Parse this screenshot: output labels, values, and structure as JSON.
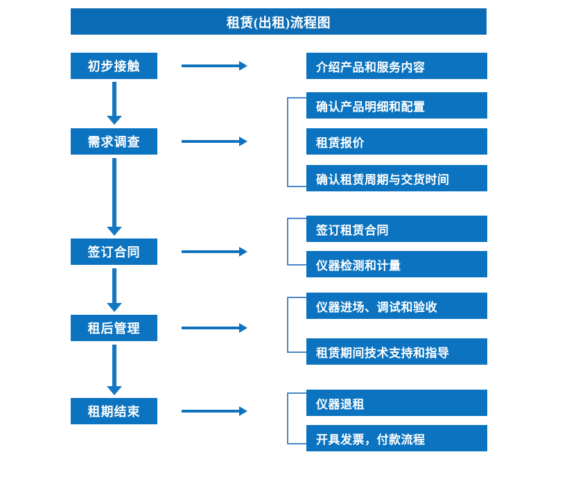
{
  "page": {
    "title": "租赁(出租)流程图",
    "accent_color": "#0b73bf",
    "title_bar_color": "#0b6cb5",
    "arrow_color": "#0e72bd",
    "bracket_color": "#4a86c5",
    "text_color": "#ffffff",
    "background_color": "#ffffff"
  },
  "stages": [
    {
      "id": "stage-1",
      "label": "初步接触"
    },
    {
      "id": "stage-2",
      "label": "需求调查"
    },
    {
      "id": "stage-3",
      "label": "签订合同"
    },
    {
      "id": "stage-4",
      "label": "租后管理"
    },
    {
      "id": "stage-5",
      "label": "租期结束"
    }
  ],
  "details": {
    "group1": [
      {
        "label": "介绍产品和服务内容"
      }
    ],
    "group2": [
      {
        "label": "确认产品明细和配置"
      },
      {
        "label": "租赁报价"
      },
      {
        "label": "确认租赁周期与交货时间"
      }
    ],
    "group3": [
      {
        "label": "签订租赁合同"
      },
      {
        "label": "仪器检测和计量"
      }
    ],
    "group4": [
      {
        "label": "仪器进场、调试和验收"
      },
      {
        "label": "租赁期间技术支持和指导"
      }
    ],
    "group5": [
      {
        "label": "仪器退租"
      },
      {
        "label": "开具发票，付款流程"
      }
    ]
  },
  "connectors": {
    "horizontal_arrows": [
      {
        "from": "初步接触",
        "to": "介绍产品和服务内容"
      },
      {
        "from": "需求调查",
        "to": "确认产品明细和配置"
      },
      {
        "from": "签订合同",
        "to": "签订租赁合同"
      },
      {
        "from": "租后管理",
        "to": "仪器进场、调试和验收"
      },
      {
        "from": "租期结束",
        "to": "仪器退租"
      }
    ],
    "vertical_arrows": [
      {
        "from": "初步接触",
        "to": "需求调查"
      },
      {
        "from": "需求调查",
        "to": "签订合同"
      },
      {
        "from": "签订合同",
        "to": "租后管理"
      },
      {
        "from": "租后管理",
        "to": "租期结束"
      }
    ],
    "brackets": 4
  }
}
